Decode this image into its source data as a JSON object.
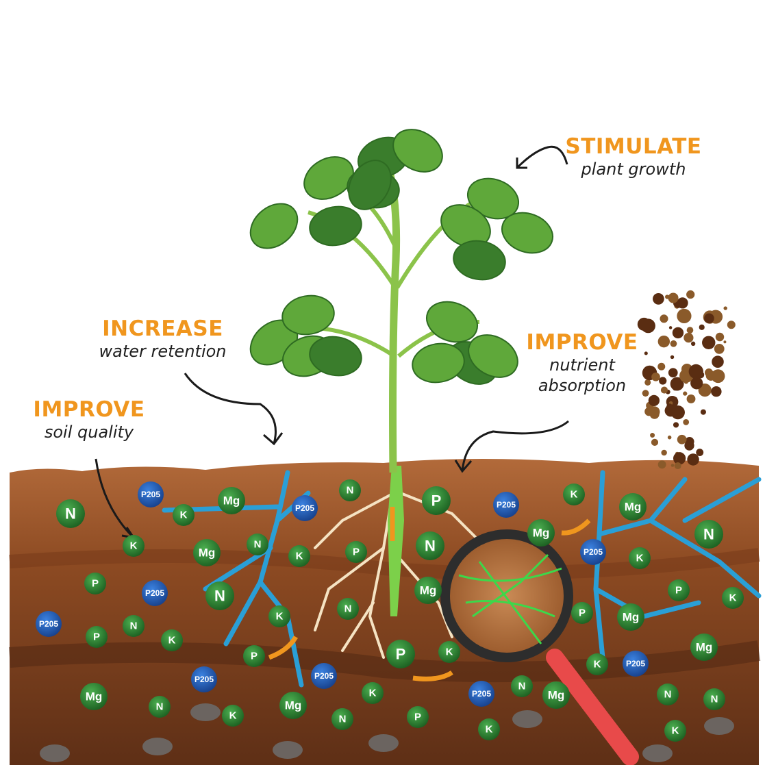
{
  "labels": {
    "stimulate": {
      "title": "STIMULATE",
      "subtitle": "plant growth"
    },
    "increase": {
      "title": "INCREASE",
      "subtitle": "water retention"
    },
    "improve_absorption": {
      "title": "IMPROVE",
      "subtitle_line1": "nutrient",
      "subtitle_line2": "absorption"
    },
    "improve_soil": {
      "title": "IMPROVE",
      "subtitle": "soil quality"
    }
  },
  "nutrients": [
    "N",
    "P205",
    "Mg",
    "K",
    "P205",
    "N",
    "P",
    "P205",
    "K",
    "Mg",
    "N",
    "K",
    "Mg",
    "N",
    "K",
    "P",
    "N",
    "Mg",
    "P205",
    "K",
    "P",
    "P205",
    "N",
    "Mg",
    "N",
    "P",
    "Mg",
    "P",
    "K",
    "P205",
    "N",
    "P",
    "K",
    "K",
    "P",
    "K",
    "P",
    "K",
    "P205",
    "Mg",
    "P205",
    "P205",
    "Mg",
    "N",
    "Mg",
    "K",
    "K",
    "N",
    "P",
    "P205",
    "N",
    "Mg",
    "N",
    "N",
    "K",
    "K"
  ],
  "colors": {
    "accent": "#f0961e",
    "soil": "#8a4a25",
    "nutrient_green": "#2e7d32",
    "nutrient_blue": "#1e5fb4",
    "water": "#2a9fd6",
    "magnifier_handle": "#e84a4a"
  }
}
